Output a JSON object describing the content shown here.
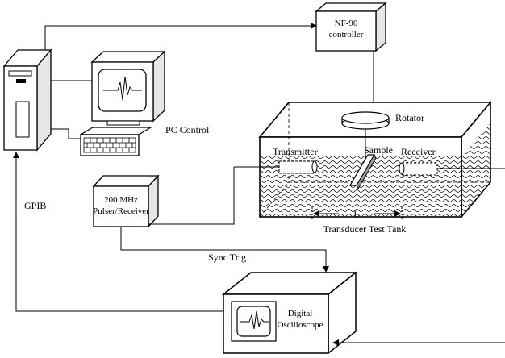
{
  "labels": {
    "controller_line1": "NF-90",
    "controller_line2": "controller",
    "pc_control": "PC Control",
    "gpib": "GPIB",
    "rotator": "Rotator",
    "transmitter": "Transmitter",
    "sample": "Sample",
    "receiver": "Receiver",
    "distance": "L",
    "tank_caption": "Transducer Test Tank",
    "pulser_line1": "200 MHz",
    "pulser_line2": "Pulser/Receiver",
    "sync_trig": "Sync Trig",
    "osc_line1": "Digital",
    "osc_line2": "Oscilloscope"
  }
}
